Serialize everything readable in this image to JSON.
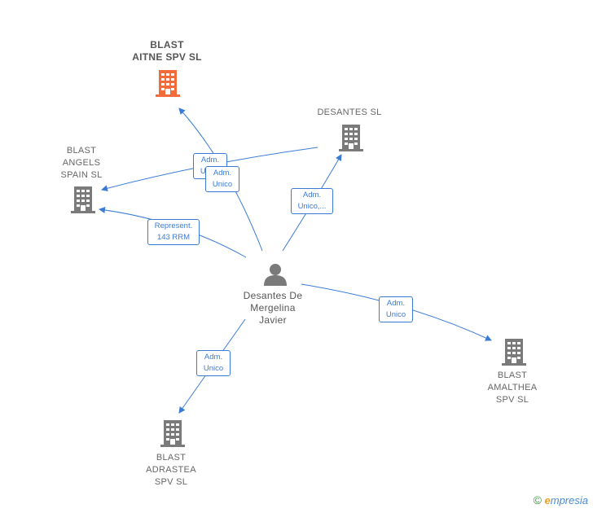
{
  "nodes": {
    "aitne": {
      "label_line1": "BLAST",
      "label_line2": "AITNE SPV SL"
    },
    "desantes_sl": {
      "label_line1": "DESANTES SL"
    },
    "angels": {
      "label_line1": "BLAST",
      "label_line2": "ANGELS",
      "label_line3": "SPAIN SL"
    },
    "person": {
      "label_line1": "Desantes De",
      "label_line2": "Mergelina",
      "label_line3": "Javier"
    },
    "amalthea": {
      "label_line1": "BLAST",
      "label_line2": "AMALTHEA",
      "label_line3": "SPV SL"
    },
    "adrastea": {
      "label_line1": "BLAST",
      "label_line2": "ADRASTEA",
      "label_line3": "SPV SL"
    }
  },
  "edges": {
    "e1": {
      "line1": "Adm.",
      "line2": "Unico"
    },
    "e2": {
      "line1": "Adm.",
      "line2": "Unico"
    },
    "e3": {
      "line1": "Adm.",
      "line2": "Unico,..."
    },
    "e4": {
      "line1": "Represent.",
      "line2": "143 RRM"
    },
    "e5": {
      "line1": "Adm.",
      "line2": "Unico"
    },
    "e6": {
      "line1": "Adm.",
      "line2": "Unico"
    }
  },
  "colors": {
    "edge": "#3a7bd5",
    "building": "#7a7a7a",
    "building_main": "#f26b3a",
    "person": "#7a7a7a"
  },
  "brand": {
    "copyright": "©",
    "e": "e",
    "rest": "mpresia"
  }
}
